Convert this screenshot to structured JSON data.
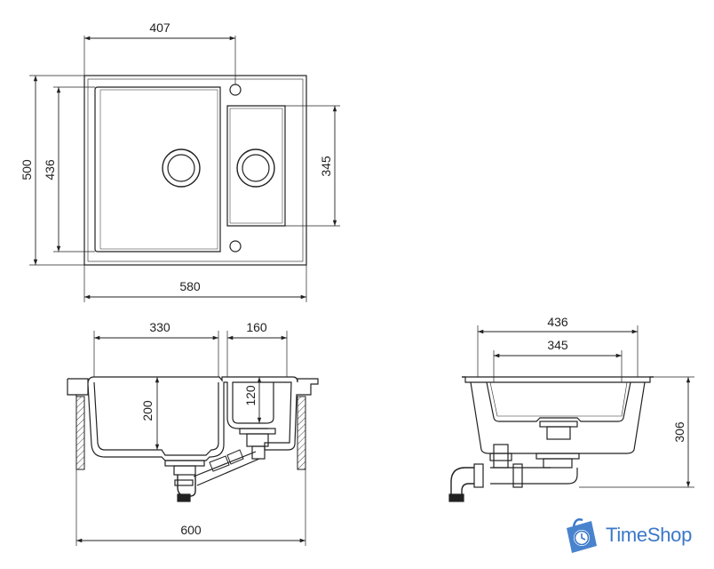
{
  "top_view": {
    "dim_width_overall": "580",
    "dim_height_overall": "500",
    "dim_big_bowl_height": "436",
    "dim_big_bowl_to_tap": "407",
    "dim_small_bowl_height": "345"
  },
  "front_section": {
    "dim_big_bowl_width": "330",
    "dim_small_bowl_width": "160",
    "dim_big_bowl_depth": "200",
    "dim_small_bowl_depth": "120",
    "dim_cabinet_width": "600"
  },
  "side_section": {
    "dim_outer_width": "436",
    "dim_inner_width": "345",
    "dim_total_depth": "306"
  },
  "branding": {
    "name": "TimeShop",
    "color": "#3a78c9",
    "icon": "clock-bag-icon"
  }
}
